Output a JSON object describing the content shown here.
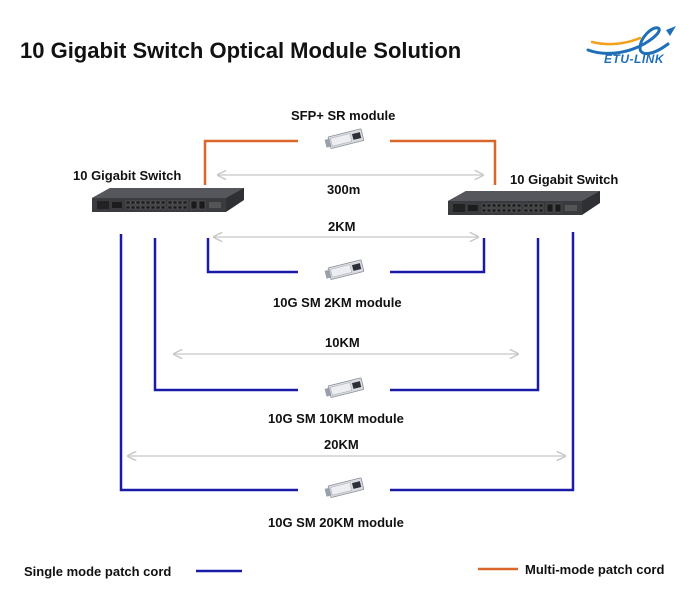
{
  "title": "10 Gigabit Switch Optical Module Solution",
  "logo": {
    "text": "ETU-LINK"
  },
  "switches": {
    "left_label": "10 Gigabit Switch",
    "right_label": "10 Gigabit Switch"
  },
  "links": [
    {
      "module": "SFP+ SR module",
      "distance": "300m",
      "cord": "multi-mode"
    },
    {
      "module": "10G SM 2KM module",
      "distance": "2KM",
      "cord": "single-mode"
    },
    {
      "module": "10G SM 10KM module",
      "distance": "10KM",
      "cord": "single-mode"
    },
    {
      "module": "10G SM 20KM module",
      "distance": "20KM",
      "cord": "single-mode"
    }
  ],
  "legend": {
    "single_mode": "Single mode patch cord",
    "multi_mode": "Multi-mode patch cord"
  },
  "colors": {
    "single_mode": "#1a1aa8",
    "multi_mode": "#d9672a",
    "distance_arrow": "#c8c8c8",
    "switch_body": "#3a3a3a"
  }
}
